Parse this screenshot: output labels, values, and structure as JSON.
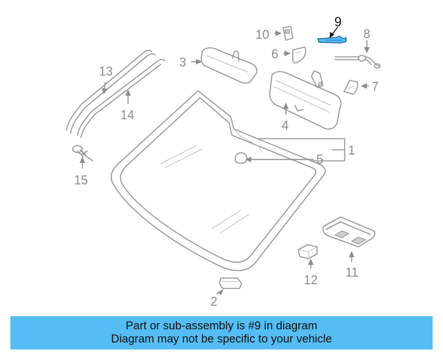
{
  "diagram": {
    "highlight_color": "#55bdf4",
    "callouts": {
      "c1": "1",
      "c2": "2",
      "c3": "3",
      "c4": "4",
      "c5": "5",
      "c6": "6",
      "c7": "7",
      "c8": "8",
      "c9": "9",
      "c10": "10",
      "c11": "11",
      "c12": "12",
      "c13": "13",
      "c14": "14",
      "c15": "15"
    },
    "highlighted_part": "9"
  },
  "banner": {
    "line1": "Part or sub-assembly is #9 in diagram",
    "line2": "Diagram may not be specific to your vehicle",
    "color": "#55bdf4"
  }
}
